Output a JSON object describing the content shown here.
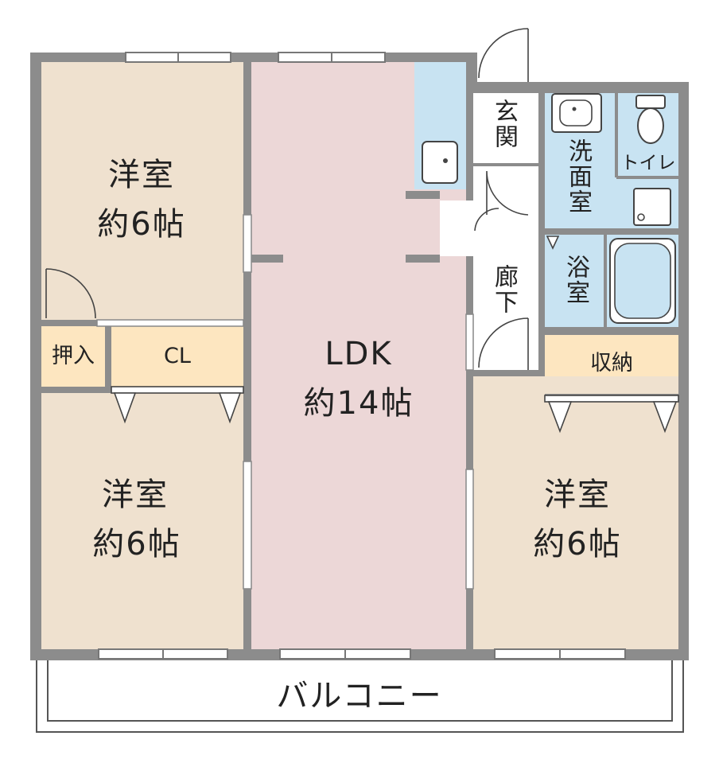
{
  "floor_plan": {
    "rooms": {
      "western_room_top_left": {
        "name": "洋室",
        "size": "約6帖"
      },
      "western_room_bottom_left": {
        "name": "洋室",
        "size": "約6帖"
      },
      "western_room_right": {
        "name": "洋室",
        "size": "約6帖"
      },
      "ldk": {
        "name": "LDK",
        "size": "約14帖"
      },
      "closet_oshiire": "押入",
      "closet_cl": "CL",
      "entrance": "玄関",
      "washroom": "洗面室",
      "toilet": "トイレ",
      "hallway": "廊下",
      "bathroom": "浴室",
      "storage": "収納",
      "balcony": "バルコニー"
    },
    "colors": {
      "wall": "#8c8c8c",
      "western_room": "#efe1cf",
      "ldk": "#ecd7d7",
      "closet": "#fde6c0",
      "wet_area": "#c8e3f2",
      "hall": "#ffffff",
      "balcony": "#ffffff"
    }
  }
}
